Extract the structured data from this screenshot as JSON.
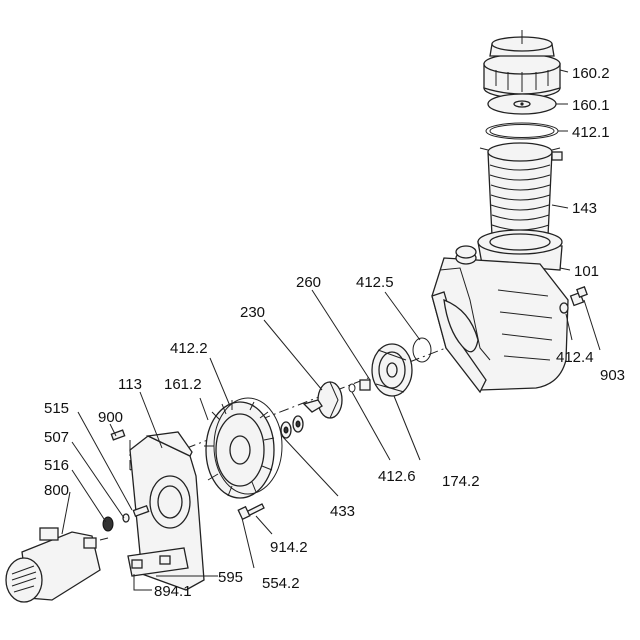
{
  "labels": {
    "l160_2": "160.2",
    "l160_1": "160.1",
    "l412_1": "412.1",
    "l143": "143",
    "l101": "101",
    "l260": "260",
    "l412_5": "412.5",
    "l412_4": "412.4",
    "l903": "903",
    "l230": "230",
    "l412_2": "412.2",
    "l113": "113",
    "l161_2": "161.2",
    "l515": "515",
    "l900": "900",
    "l507": "507",
    "l516": "516",
    "l800": "800",
    "l412_6": "412.6",
    "l174_2": "174.2",
    "l433": "433",
    "l914_2": "914.2",
    "l554_2": "554.2",
    "l595": "595",
    "l894_1": "894.1"
  }
}
